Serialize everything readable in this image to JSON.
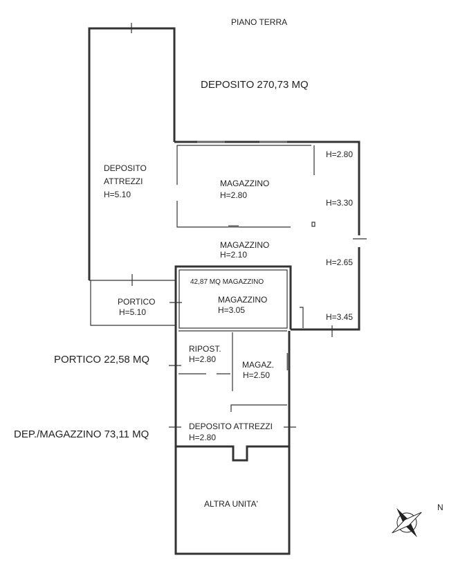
{
  "title": "PIANO TERRA",
  "areas": {
    "deposito": "DEPOSITO 270,73 MQ",
    "portico": "PORTICO 22,58 MQ",
    "dep_magazzino": "DEP./MAGAZZINO 73,11 MQ",
    "magazzino_small": "42,87 MQ MAGAZZINO"
  },
  "rooms": {
    "deposito_attrezzi": {
      "name1": "DEPOSITO",
      "name2": "ATTREZZI",
      "height": "H=5.10"
    },
    "magazzino_upper": {
      "name": "MAGAZZINO",
      "height": "H=2.80"
    },
    "magazzino_middle": {
      "name": "MAGAZZINO",
      "height": "H=2.10"
    },
    "magazzino_lower": {
      "name": "MAGAZZINO",
      "height": "H=3.05"
    },
    "portico": {
      "name": "PORTICO",
      "height": "H=5.10"
    },
    "ripost": {
      "name": "RIPOST.",
      "height": "H=2.80"
    },
    "magaz": {
      "name": "MAGAZ.",
      "height": "H=2.50"
    },
    "deposito_attrezzi_2": {
      "name": "DEPOSITO ATTREZZI",
      "height": "H=2.80"
    },
    "altra_unita": {
      "name": "ALTRA UNITA'"
    }
  },
  "side_heights": [
    "H=2.80",
    "H=3.30",
    "H=2.65",
    "H=3.45"
  ],
  "compass": {
    "label": "N"
  }
}
